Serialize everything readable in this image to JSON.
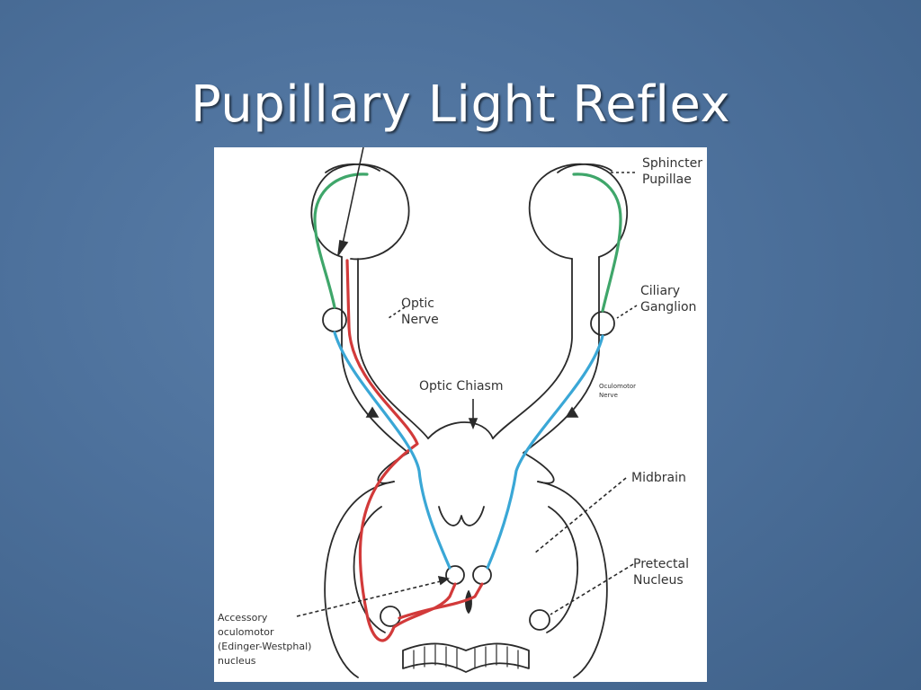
{
  "slide": {
    "title": "Pupillary Light Reflex"
  },
  "colors": {
    "background": "#4d719c",
    "figure_bg": "#ffffff",
    "outline": "#2a2a2a",
    "afferent": "#d23a3a",
    "efferent": "#3aa7d6",
    "postganglionic": "#3fa66a"
  },
  "labels": {
    "sphincter": [
      "Sphincter",
      "Pupillae"
    ],
    "optic_nerve": [
      "Optic",
      "Nerve"
    ],
    "ciliary_ganglion": [
      "Ciliary",
      "Ganglion"
    ],
    "optic_chiasm": "Optic Chiasm",
    "oculomotor_nerve": [
      "Oculomotor",
      "Nerve"
    ],
    "midbrain": "Midbrain",
    "pretectal_nucleus": [
      "Pretectal",
      "Nucleus"
    ],
    "accessory": [
      "Accessory",
      "oculomotor",
      "(Edinger-Westphal)",
      "nucleus"
    ]
  }
}
